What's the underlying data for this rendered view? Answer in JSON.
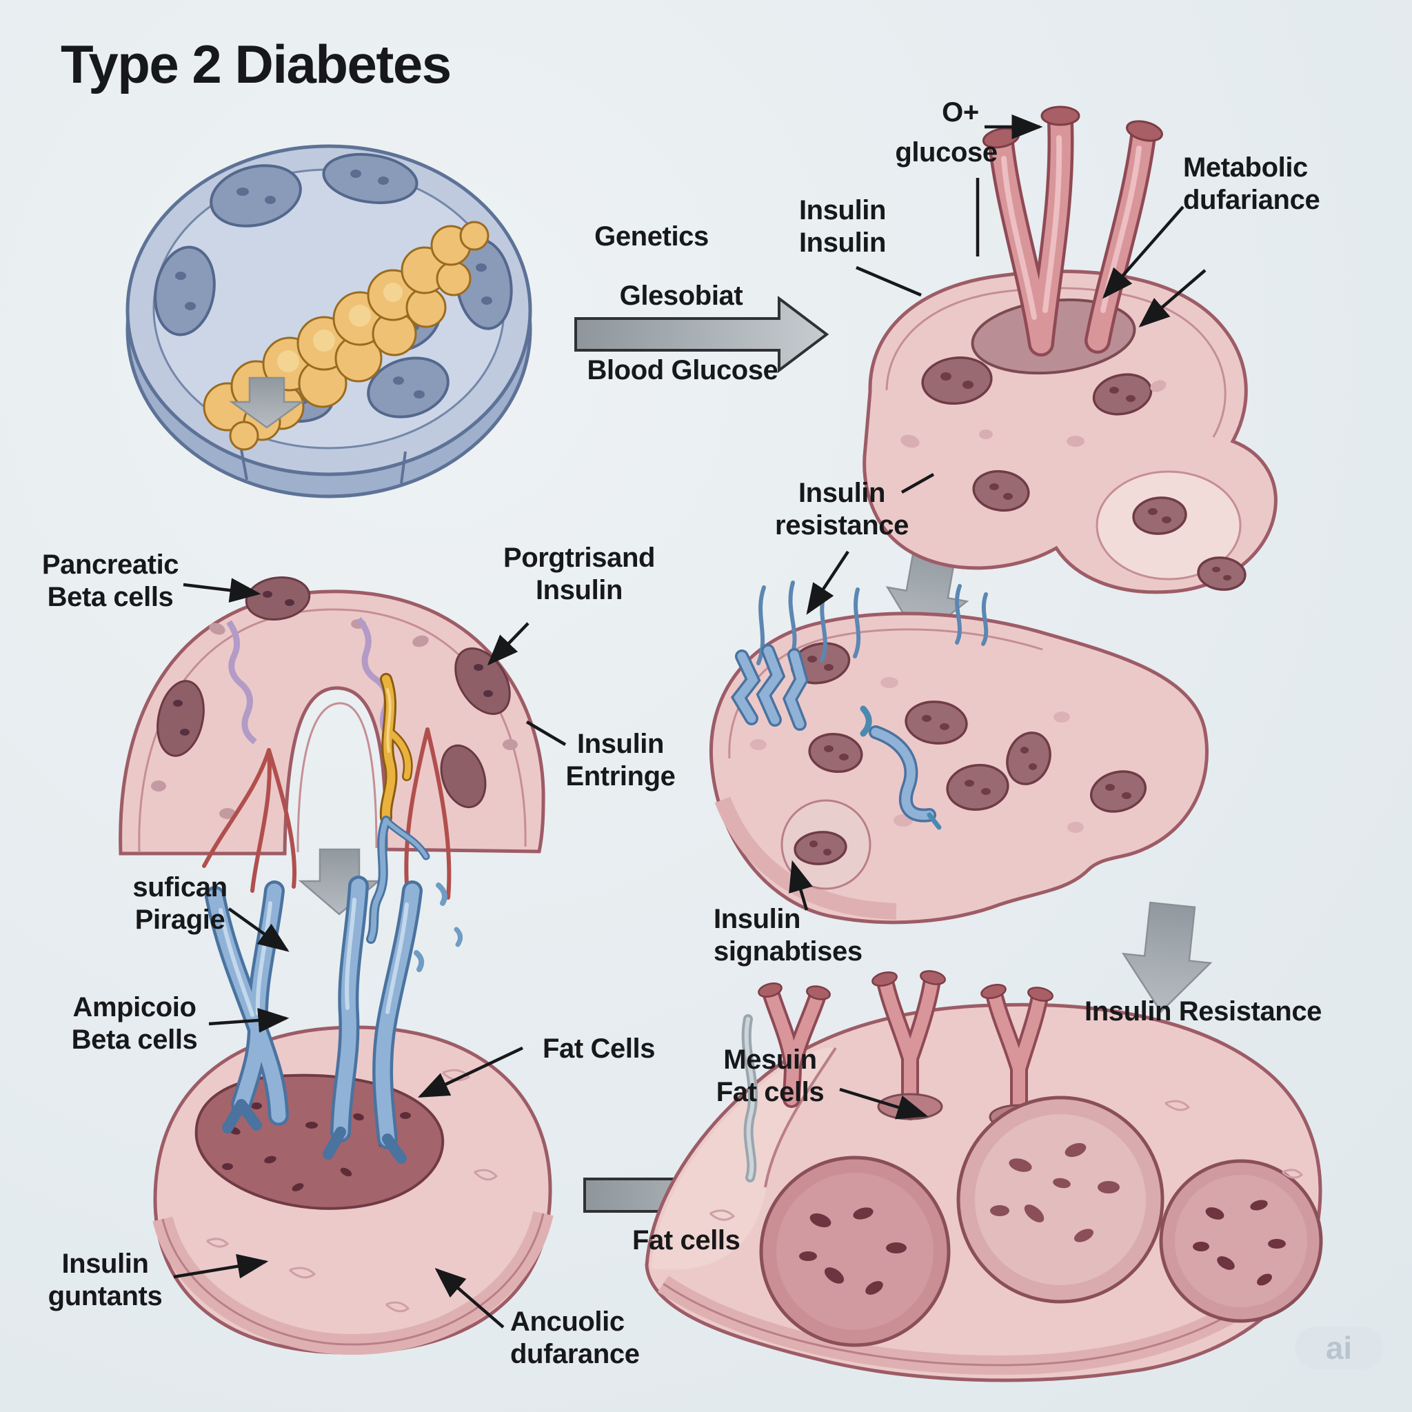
{
  "title": "Type 2 Diabetes",
  "watermark": "ai",
  "palette": {
    "background": "#e7edf0",
    "label_text": "#17181a",
    "arrow_gray": "#9aa2a8",
    "cell_pink_fill": "#eccaca",
    "cell_outline": "#9d5c66",
    "nucleus_fill": "#9a6a72",
    "islet_blue_fill": "#bfcadf",
    "islet_cell_fill": "#8a9bb9",
    "pancreas_yellow": "#eec175",
    "receptor_blue": "#8fb2d6",
    "receptor_pink": "#d8969a"
  },
  "labels": {
    "genetics": "Genetics",
    "glesobiat": "Glesobiat",
    "blood_glucose": "Blood Glucose",
    "insulin_insulin": "Insulin\nInsulin",
    "o_plus": "O+",
    "glucose": "glucose",
    "metabolic_dufariance": "Metabolic\ndufariance",
    "insulin_resistance_mid": "Insulin\nresistance",
    "pancreatic_beta_cells": "Pancreatic\nBeta cells",
    "porgtrisand_insulin": "Porgtrisand\nInsulin",
    "insulin_entringe": "Insulin\nEntringe",
    "sufican_piragie": "sufican\nPiragie",
    "ampicoio_beta_cells": "Ampicoio\nBeta cells",
    "fat_cells_upper": "Fat Cells",
    "insulin_guntants": "Insulin\nguntants",
    "ancuolic_dufarance": "Ancuolic\ndufarance",
    "insulin_signabtises": "Insulin\nsignabtises",
    "mesuin_fat_cells": "Mesuin\nFat cells",
    "insulin_resistance_br": "Insulin Resistance",
    "fat_cells_lower": "Fat cells"
  }
}
